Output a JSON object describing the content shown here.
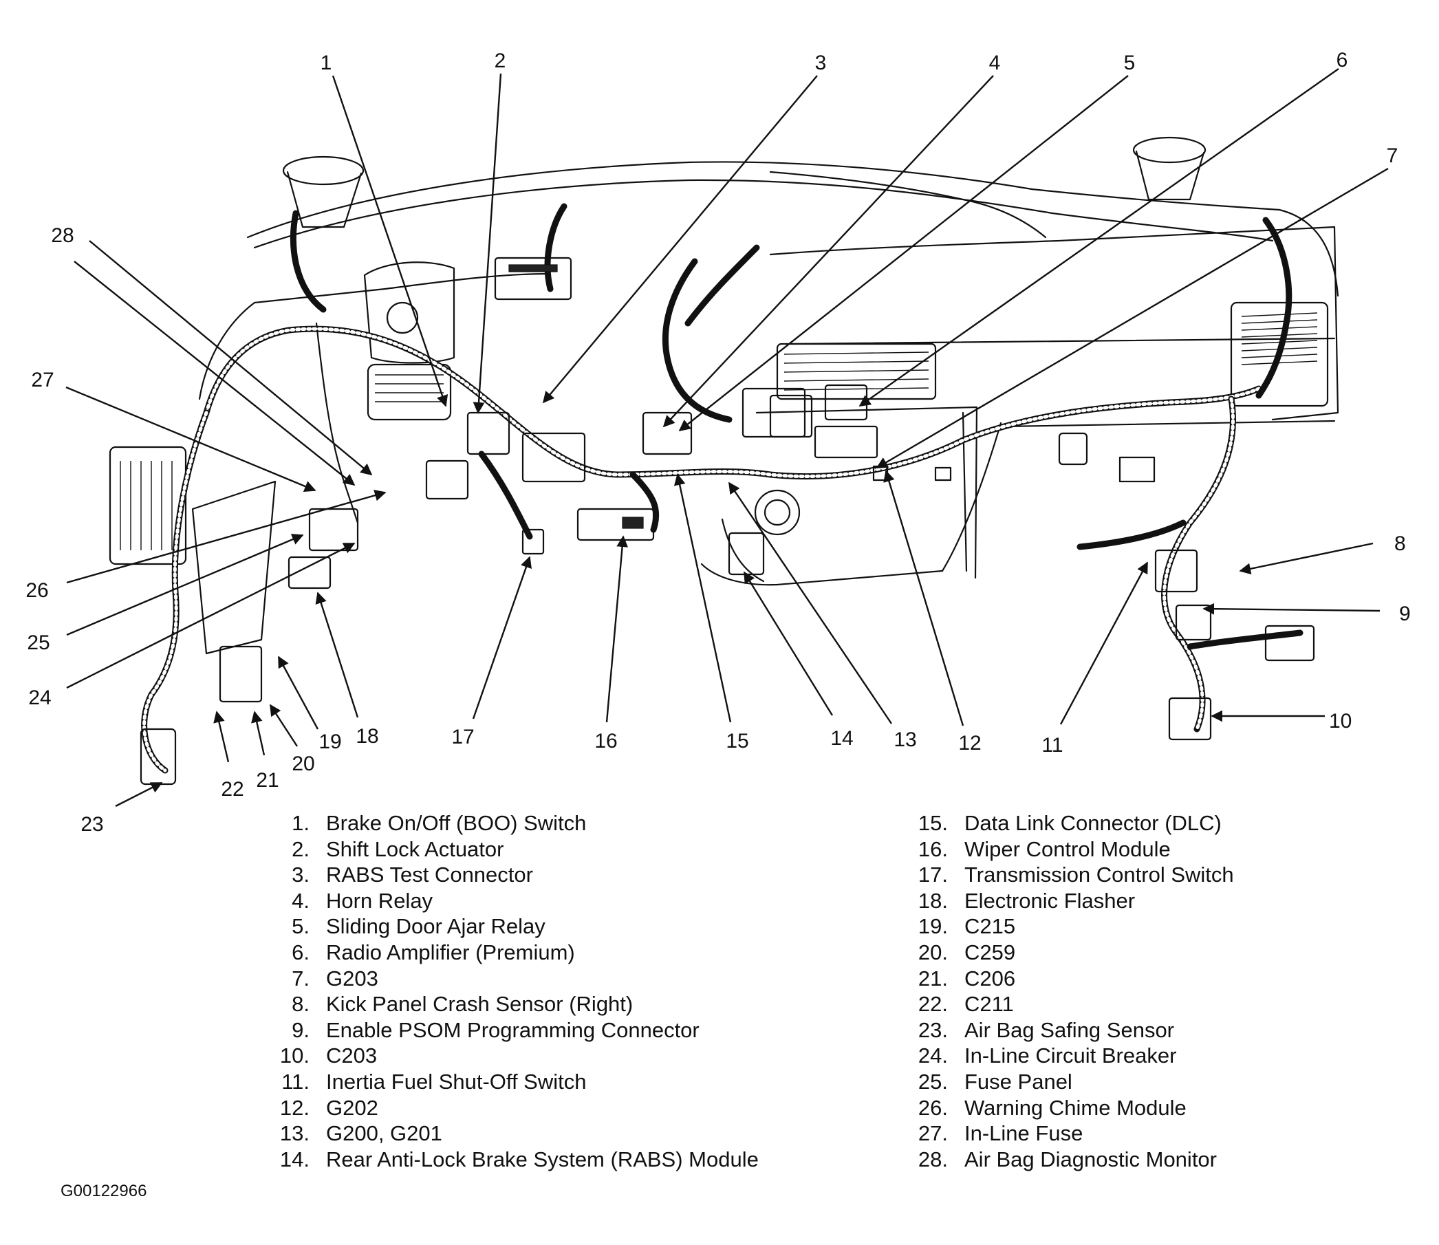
{
  "callouts": [
    "1",
    "2",
    "3",
    "4",
    "5",
    "6",
    "7",
    "8",
    "9",
    "10",
    "11",
    "12",
    "13",
    "14",
    "15",
    "16",
    "17",
    "18",
    "19",
    "20",
    "21",
    "22",
    "23",
    "24",
    "25",
    "26",
    "27",
    "28"
  ],
  "legend_left": [
    {
      "num": "1.",
      "text": "Brake On/Off (BOO) Switch"
    },
    {
      "num": "2.",
      "text": "Shift Lock Actuator"
    },
    {
      "num": "3.",
      "text": "RABS Test Connector"
    },
    {
      "num": "4.",
      "text": "Horn Relay"
    },
    {
      "num": "5.",
      "text": "Sliding Door Ajar Relay"
    },
    {
      "num": "6.",
      "text": "Radio Amplifier (Premium)"
    },
    {
      "num": "7.",
      "text": "G203"
    },
    {
      "num": "8.",
      "text": "Kick Panel Crash Sensor (Right)"
    },
    {
      "num": "9.",
      "text": "Enable PSOM Programming Connector"
    },
    {
      "num": "10.",
      "text": "C203"
    },
    {
      "num": "11.",
      "text": "Inertia Fuel Shut-Off Switch"
    },
    {
      "num": "12.",
      "text": "G202"
    },
    {
      "num": "13.",
      "text": "G200, G201"
    },
    {
      "num": "14.",
      "text": "Rear Anti-Lock Brake System (RABS) Module"
    }
  ],
  "legend_right": [
    {
      "num": "15.",
      "text": "Data Link Connector (DLC)"
    },
    {
      "num": "16.",
      "text": "Wiper Control Module"
    },
    {
      "num": "17.",
      "text": "Transmission Control Switch"
    },
    {
      "num": "18.",
      "text": "Electronic Flasher"
    },
    {
      "num": "19.",
      "text": "C215"
    },
    {
      "num": "20.",
      "text": "C259"
    },
    {
      "num": "21.",
      "text": "C206"
    },
    {
      "num": "22.",
      "text": "C211"
    },
    {
      "num": "23.",
      "text": "Air Bag Safing Sensor"
    },
    {
      "num": "24.",
      "text": "In-Line Circuit Breaker"
    },
    {
      "num": "25.",
      "text": "Fuse Panel"
    },
    {
      "num": "26.",
      "text": "Warning Chime Module"
    },
    {
      "num": "27.",
      "text": "In-Line Fuse"
    },
    {
      "num": "28.",
      "text": "Air Bag Diagnostic Monitor"
    }
  ],
  "figure_id": "G00122966"
}
